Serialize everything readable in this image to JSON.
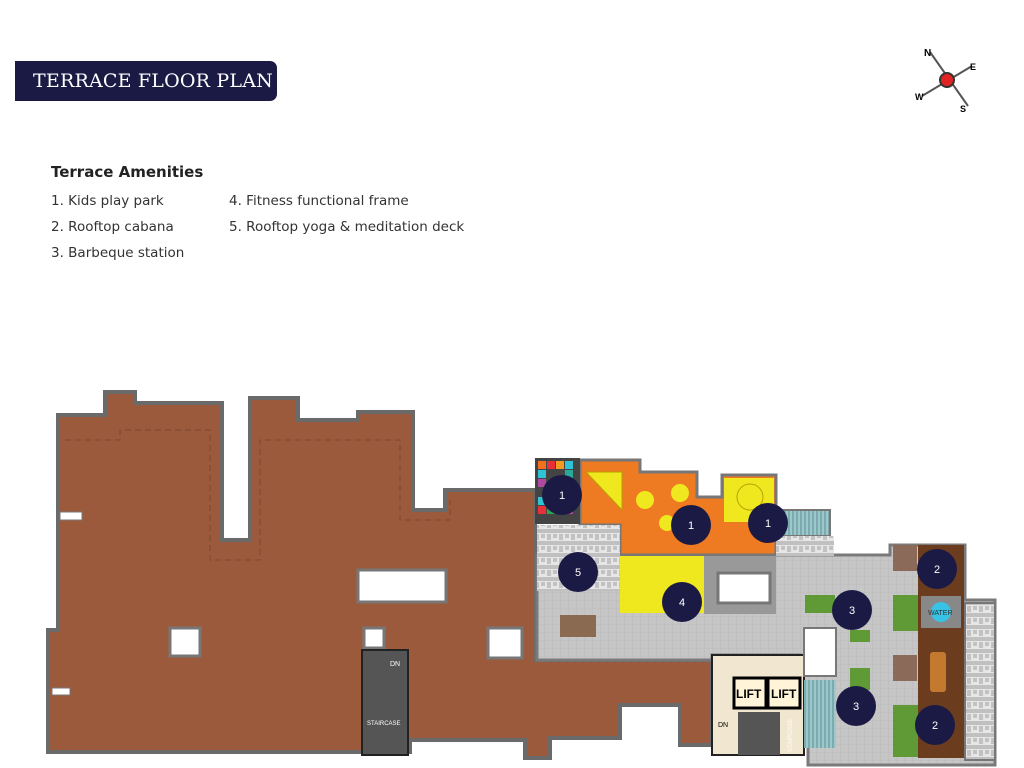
{
  "title": "TERRACE FLOOR PLAN",
  "amenities": {
    "heading": "Terrace Amenities",
    "items": [
      "1. Kids play park",
      "2. Rooftop cabana",
      "3. Barbeque station",
      "4. Fitness functional frame",
      "5. Rooftop yoga & meditation deck"
    ]
  },
  "compass": {
    "n": "N",
    "e": "E",
    "s": "S",
    "w": "W"
  },
  "plan_labels": {
    "lift": "LIFT",
    "dn": "DN",
    "staircase": "STAIRCASE",
    "water": "WATER"
  },
  "markers": [
    "1",
    "1",
    "1",
    "5",
    "4",
    "3",
    "3",
    "2",
    "2"
  ],
  "colors": {
    "navy": "#1b1a45",
    "floor": "#9c5a3c",
    "kids": "#ee7a22",
    "fitness": "#f0e81e",
    "paving": "#c8c8c8",
    "lawn": "#5f9a36",
    "deck": "#6b3d1e"
  }
}
